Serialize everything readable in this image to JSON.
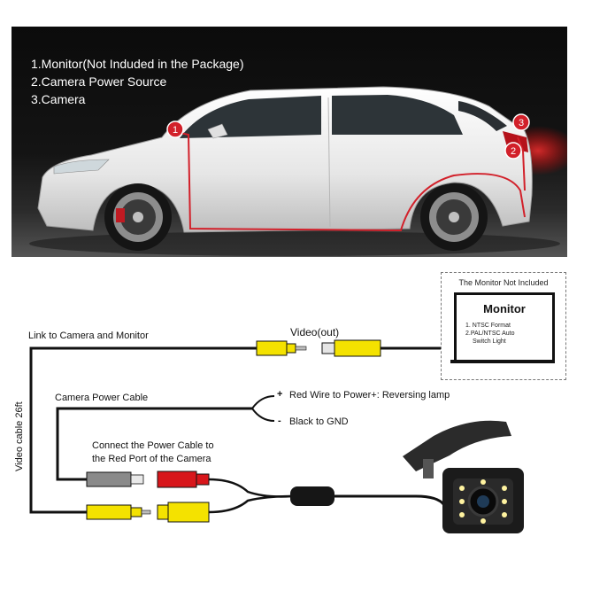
{
  "photo": {
    "items": [
      "1.Monitor(Not Induded in the Package)",
      "2.Camera Power Source",
      "3.Camera"
    ],
    "markers": [
      "1",
      "2",
      "3"
    ]
  },
  "wiring": {
    "link_label": "Link to Camera and Monitor",
    "video_out_label": "Video(out)",
    "power_cable_label": "Camera Power Cable",
    "red_wire_label": "Red Wire to Power+: Reversing lamp",
    "black_wire_label": "Black to GND",
    "connect_note_line1": "Connect the Power Cable to",
    "connect_note_line2": "the Red Port of the Camera",
    "video_cable_label": "Video cable 26ft",
    "plus_sign": "+",
    "minus_sign": "-"
  },
  "monitor": {
    "not_included_note": "The Monitor Not Included",
    "name": "Monitor",
    "spec_1": "1. NTSC Format",
    "spec_2a": "2.PAL/NTSC Auto",
    "spec_2b": "Switch Light"
  },
  "colors": {
    "marker_red": "#d2202a",
    "rca_yellow": "#f4e200",
    "dc_red": "#d8161b",
    "dc_gray": "#8a8a8a"
  }
}
